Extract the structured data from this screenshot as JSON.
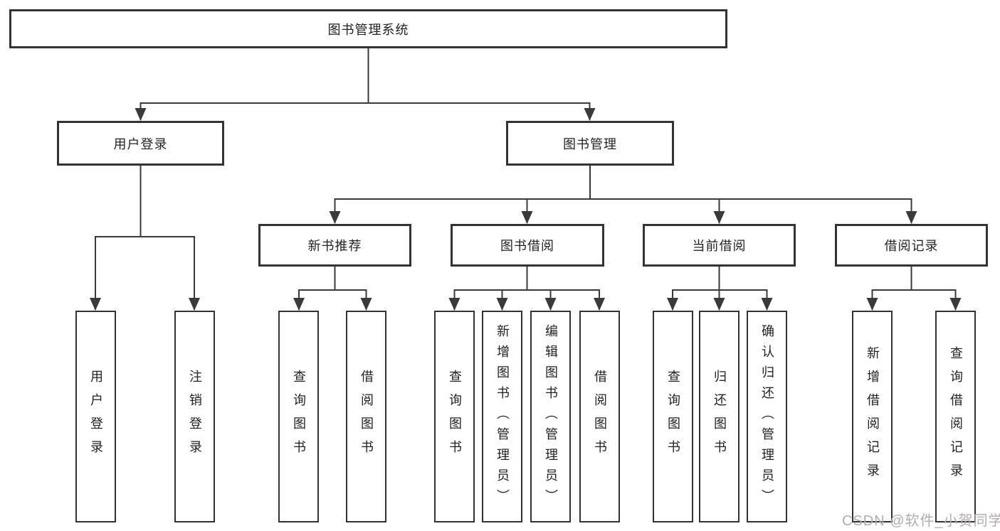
{
  "diagram": {
    "root": {
      "label": "图书管理系统",
      "children": [
        {
          "label": "用户登录",
          "children": [
            {
              "label": "用户登录"
            },
            {
              "label": "注销登录"
            }
          ]
        },
        {
          "label": "图书管理",
          "children": [
            {
              "label": "新书推荐",
              "children": [
                {
                  "label": "查询图书"
                },
                {
                  "label": "借阅图书"
                }
              ]
            },
            {
              "label": "图书借阅",
              "children": [
                {
                  "label": "查询图书"
                },
                {
                  "label": "新增图书（管理员）"
                },
                {
                  "label": "编辑图书（管理员）"
                },
                {
                  "label": "借阅图书"
                }
              ]
            },
            {
              "label": "当前借阅",
              "children": [
                {
                  "label": "查询图书"
                },
                {
                  "label": "归还图书"
                },
                {
                  "label": "确认归还（管理员）"
                }
              ]
            },
            {
              "label": "借阅记录",
              "children": [
                {
                  "label": "新增借阅记录"
                },
                {
                  "label": "查询借阅记录"
                }
              ]
            }
          ]
        }
      ]
    }
  },
  "colors": {
    "box_border": "#333333",
    "line": "#3a3a3a",
    "text": "#222222",
    "watermark": "#b2acad"
  },
  "watermark": "CSDN @软件_小贺同学"
}
